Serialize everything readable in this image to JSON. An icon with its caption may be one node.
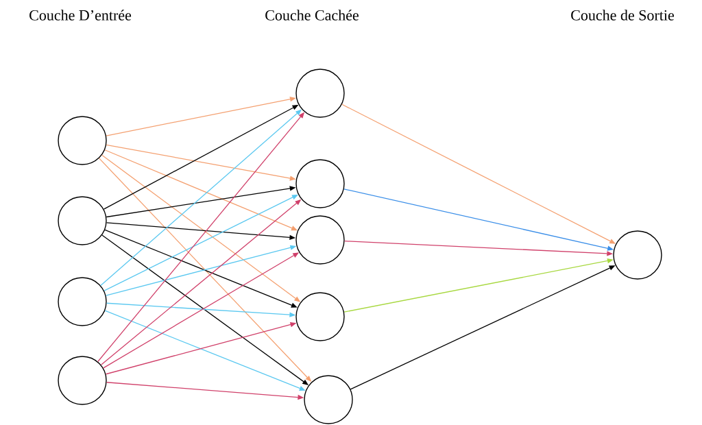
{
  "diagram": {
    "nodes": [
      {
        "text": [],
        "shape": "circle"
      },
      {
        "text": [],
        "shape": "circle"
      },
      {
        "text": [],
        "shape": "circle"
      },
      {
        "text": [],
        "shape": "circle"
      },
      {
        "text": [],
        "shape": "circle"
      },
      {
        "text": [],
        "shape": "circle"
      },
      {
        "text": [],
        "shape": "circle"
      },
      {
        "text": [],
        "shape": "circle"
      },
      {
        "text": [],
        "shape": "circle"
      },
      {
        "text": [],
        "shape": "circle"
      }
    ],
    "edges": [
      {
        "from": 0,
        "to": 4,
        "arrow": "to",
        "color": "#f4a070"
      },
      {
        "from": 0,
        "to": 5,
        "arrow": "to",
        "color": "#f4a070"
      },
      {
        "from": 0,
        "to": 6,
        "arrow": "to",
        "color": "#f4a070"
      },
      {
        "from": 0,
        "to": 7,
        "arrow": "to",
        "color": "#f4a070"
      },
      {
        "from": 0,
        "to": 8,
        "arrow": "to",
        "color": "#f4a070"
      },
      {
        "from": 1,
        "to": 4,
        "arrow": "to",
        "color": "#000000"
      },
      {
        "from": 1,
        "to": 5,
        "arrow": "to",
        "color": "#000000"
      },
      {
        "from": 1,
        "to": 6,
        "arrow": "to",
        "color": "#000000"
      },
      {
        "from": 1,
        "to": 7,
        "arrow": "to",
        "color": "#000000"
      },
      {
        "from": 1,
        "to": 8,
        "arrow": "to",
        "color": "#000000"
      },
      {
        "from": 2,
        "to": 4,
        "arrow": "to",
        "color": "#5bc8f0"
      },
      {
        "from": 2,
        "to": 5,
        "arrow": "to",
        "color": "#5bc8f0"
      },
      {
        "from": 2,
        "to": 6,
        "arrow": "to",
        "color": "#5bc8f0"
      },
      {
        "from": 2,
        "to": 7,
        "arrow": "to",
        "color": "#5bc8f0"
      },
      {
        "from": 2,
        "to": 8,
        "arrow": "to",
        "color": "#5bc8f0"
      },
      {
        "from": 3,
        "to": 4,
        "arrow": "to",
        "color": "#d0406a"
      },
      {
        "from": 3,
        "to": 5,
        "arrow": "to",
        "color": "#d0406a"
      },
      {
        "from": 3,
        "to": 6,
        "arrow": "to",
        "color": "#d0406a"
      },
      {
        "from": 3,
        "to": 7,
        "arrow": "to",
        "color": "#d0406a"
      },
      {
        "from": 3,
        "to": 8,
        "arrow": "to",
        "color": "#d0406a"
      },
      {
        "from": 4,
        "to": 9,
        "arrow": "to",
        "color": "#f4a070"
      },
      {
        "from": 5,
        "to": 9,
        "arrow": "to",
        "color": "#3a8ee8"
      },
      {
        "from": 6,
        "to": 9,
        "arrow": "to",
        "color": "#d0406a"
      },
      {
        "from": 7,
        "to": 9,
        "arrow": "to",
        "color": "#a8d840"
      },
      {
        "from": 8,
        "to": 9,
        "arrow": "to",
        "color": "#000000"
      }
    ],
    "labels": [
      "Couche D’entrée",
      "Couche Cachée",
      "Couche de Sortie"
    ]
  }
}
